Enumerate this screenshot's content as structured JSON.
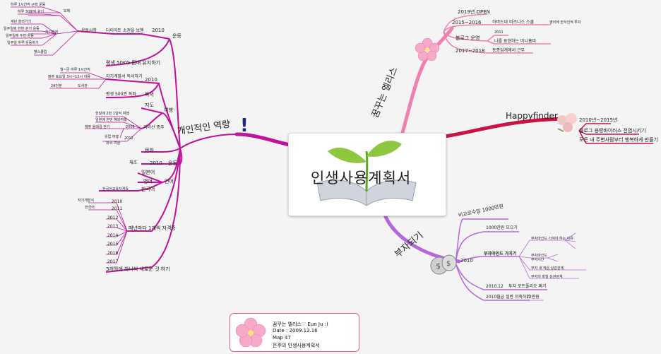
{
  "center": {
    "title": "인생사용계획서"
  },
  "branches": {
    "personal": {
      "label": "개인적인 역량",
      "mark": "!",
      "items": {
        "exercise": "운동",
        "diet_year": "2010",
        "diet_plan": "다이어트 소정을 보행",
        "diet_item": "운동사항",
        "leg1": "하루 1시간씩 근력 운동",
        "leg2": "하루 30분씩 쉬기",
        "legg": "보체",
        "mgmt": "자기관리",
        "m1": "계단 올라가기",
        "m2": "일주일에 한번 걷기 운동",
        "m3": "일주일에 두번 운동",
        "m4": "일주일 하루 운동하기",
        "etc": "헬스클럽",
        "weight": "평생 50KG 몸매 유지하기",
        "read": "독서",
        "r_year": "2010",
        "r_plan": "자기계발서 독서하기",
        "r1": "월~금 하루 1시간씩",
        "r2": "매주 토요일 3시~12시 이용",
        "r3": "24인분",
        "r4": "도서관",
        "read2": "독서",
        "read_goal": "평생 500권 독파",
        "travel": "여행",
        "map": "지도",
        "t1": "한달에 2번 1일씩 여행",
        "t2": "일본에 한번 해외여행",
        "t3": "제주 올레길 걷기",
        "t3y": "2009",
        "t4": "지리산 종주",
        "t5": "유럽 여행",
        "t5y": "2012",
        "t6": "외국 여행",
        "culture": "문화",
        "exercise2": "체조",
        "exercise2_year": "2010",
        "lang": "언어",
        "lang_jp": "일본어",
        "lang_en": "영어",
        "lang_kr": "한국어",
        "lang_cert": "한국어교육자격증",
        "cert_year": "2010",
        "cert_head": "매년마다 1개씩 자격증",
        "c1": "2010",
        "c2": "2011",
        "c3": "2012",
        "c4": "2013",
        "c5": "2014",
        "c6": "2015",
        "c7": "2016",
        "c8": "2017",
        "c1n": "자기개발서",
        "c2n": "한국어",
        "bottom": "3개월에 하나씩 새로운 것 하기"
      }
    },
    "dreamer": {
      "label": "꿈꾸는 엘리스",
      "items": {
        "a1": "2019년 OPEN",
        "a2": "2015~2016",
        "a2d": "하버드대 비즈니스 스쿨",
        "a2e": "영어에 한식인적 투자",
        "a3": "블로그 운영",
        "a3y": "2011",
        "a3d": "나를 표현하는 미니홈피",
        "a4": "2017~2018",
        "a4d": "동종업계에서 근무"
      }
    },
    "happy": {
      "label": "Happyfinder",
      "items": {
        "h1": "2010년~2015년",
        "h2": "블로그 용량바이러스 전염시키기",
        "h3": "모든 내 주변사람부터 행복하게 만들기"
      }
    },
    "rich": {
      "label": "부자되기",
      "items": {
        "r1": "비교로수입 1000만원",
        "r2": "1000만원 모으기",
        "r_year": "2010",
        "r3": "부자마인드 가지기",
        "r3a": "부자마인드 가져야 하는 이유",
        "r3b": "부자마인드",
        "r3c": "부자시간",
        "r3d": "부자 내 작은 상관관계",
        "r3e": "부자의 비밀 상관관계",
        "r4y": "2010.12",
        "r4": "투자 포트폴리오 짜기",
        "r5y": "2010",
        "r5": "월급 절반 저축하기",
        "r5n": "12만원"
      }
    }
  },
  "info": {
    "line1": "꿈꾸는 엘리스♡ Eun Ju :)",
    "line2": "Date : 2009.12.16",
    "line3": "Map 47",
    "line4": "은주의 인생사용계획서"
  },
  "colors": {
    "personal": "#c2129b",
    "dreamer": "#f27fb0",
    "happy": "#cc1244",
    "rich": "#b567e0",
    "background": "#f4f4f4",
    "info_border": "#e75a9c"
  }
}
